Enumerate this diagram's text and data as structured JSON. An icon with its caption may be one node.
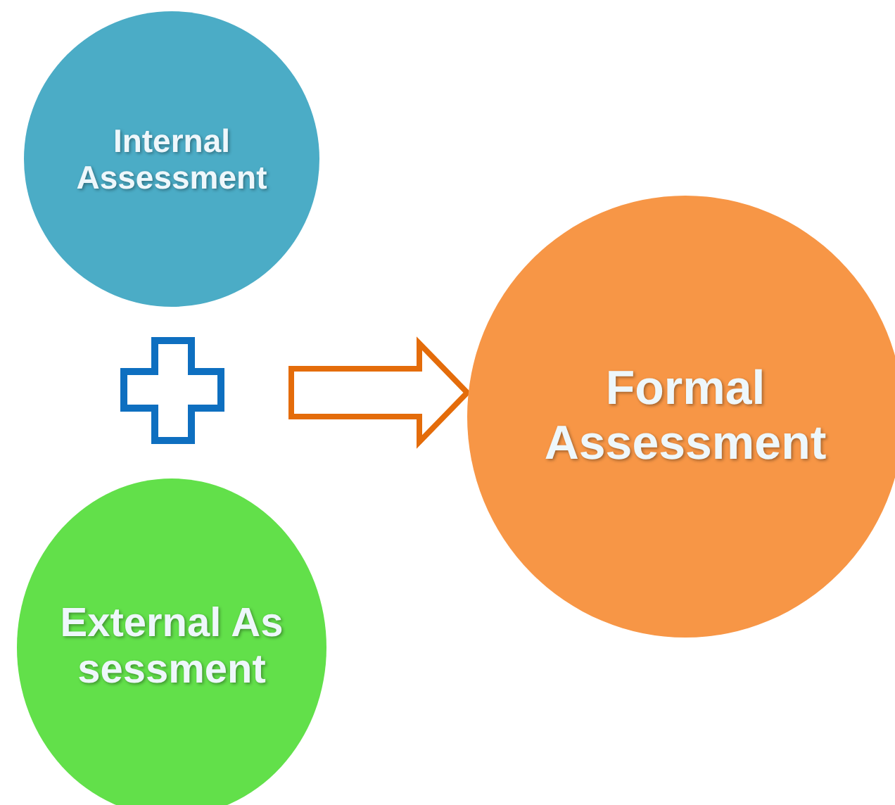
{
  "diagram": {
    "nodes": [
      {
        "text": [
          "Internal Assessment"
        ]
      },
      {
        "text": [
          "External Assessment"
        ]
      },
      {
        "text": [
          "Formal Assessment"
        ]
      }
    ],
    "edges": [
      {
        "from": null,
        "to": 2,
        "arrow": "to"
      }
    ]
  }
}
